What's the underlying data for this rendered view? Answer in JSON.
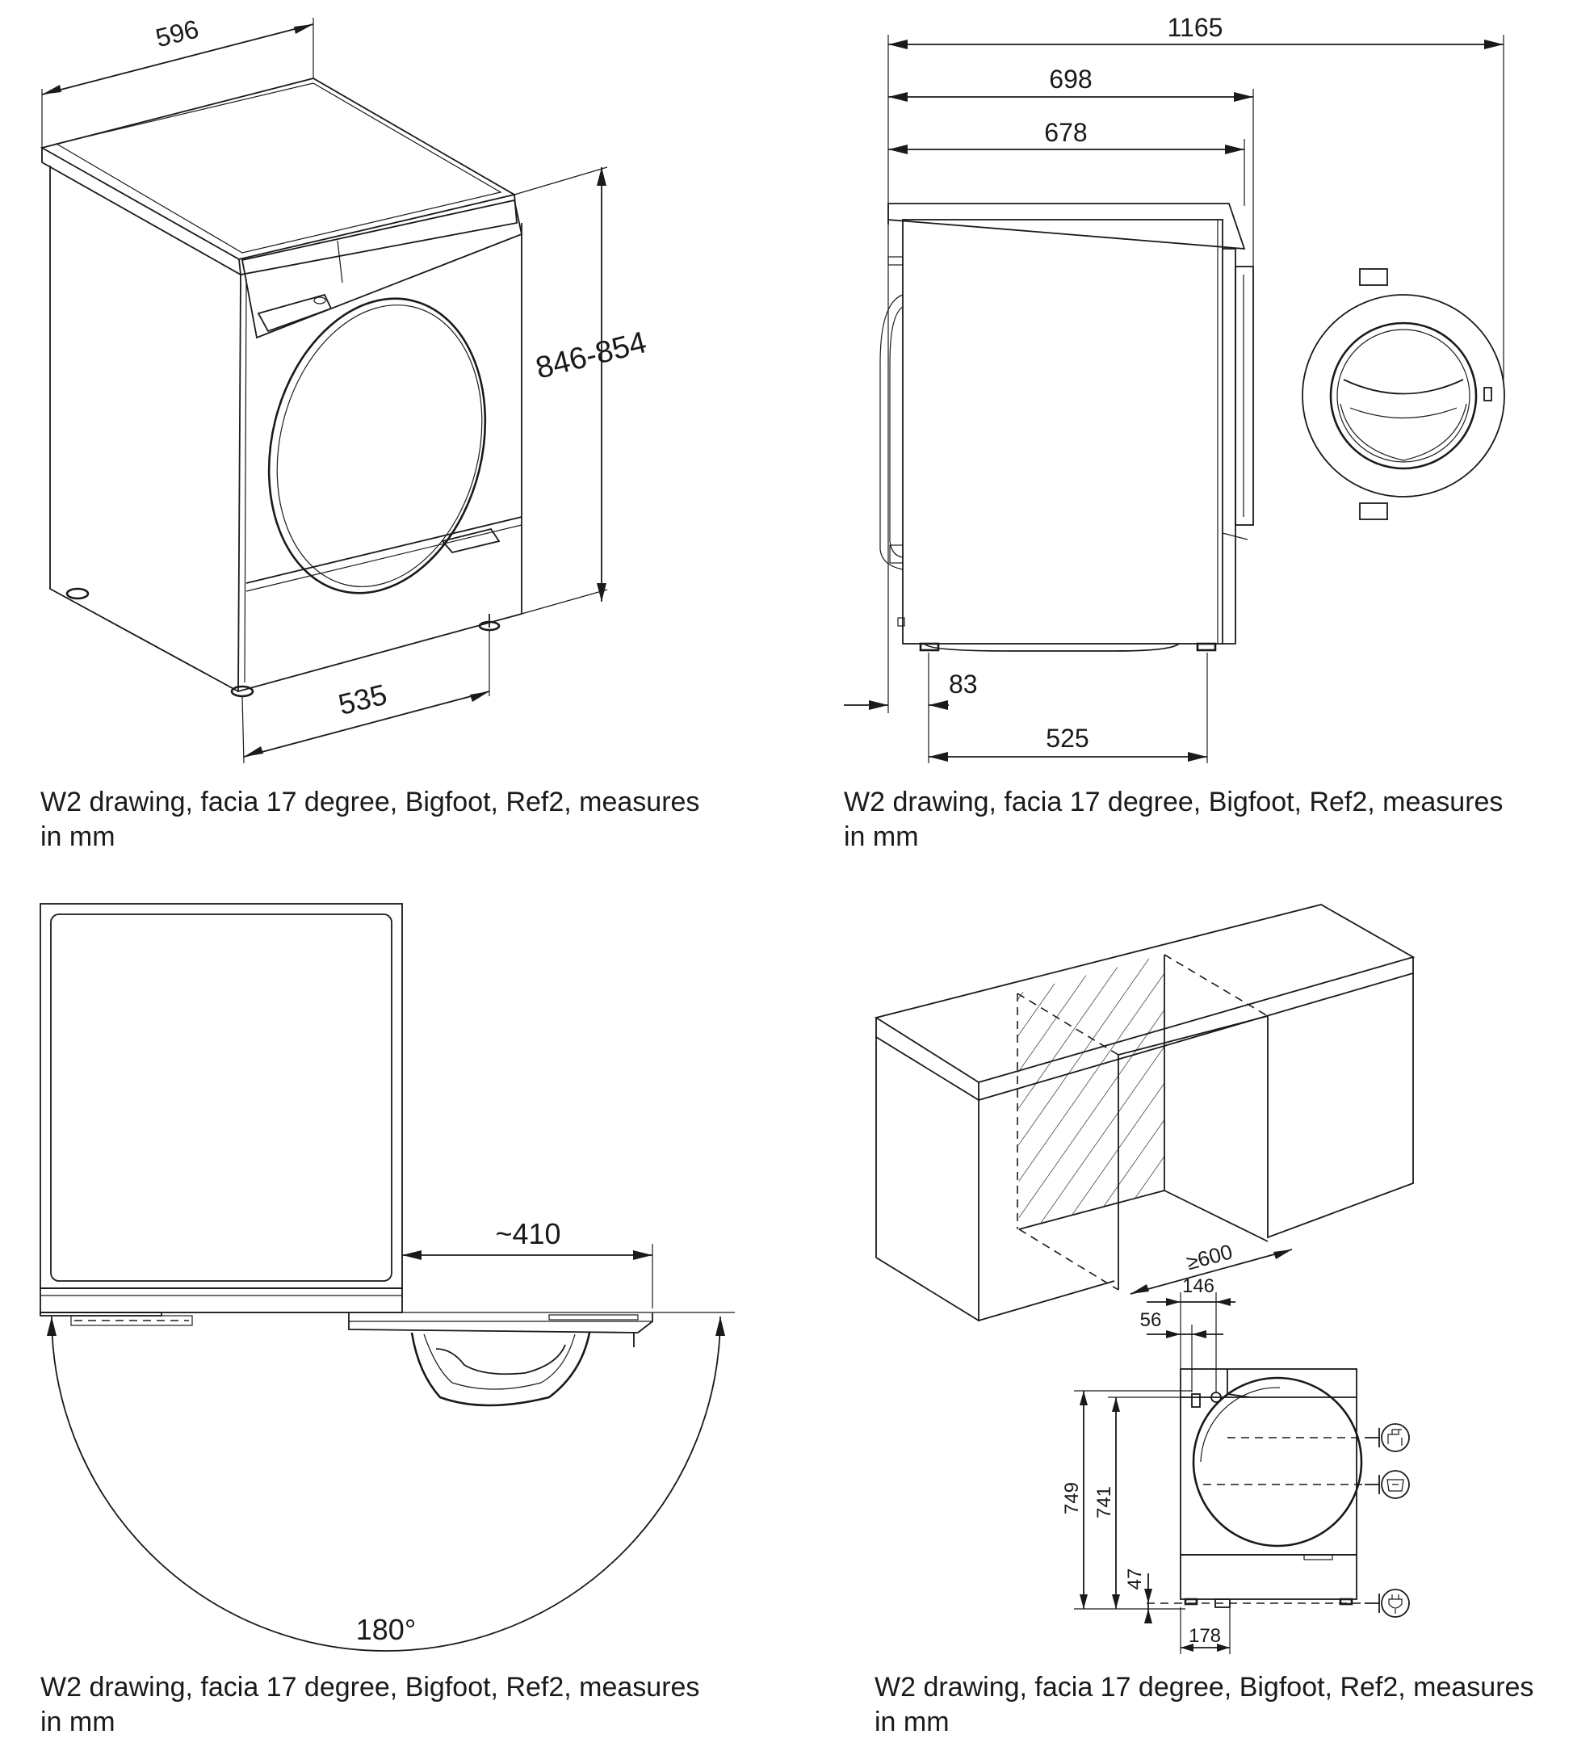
{
  "panels": {
    "front_isometric": {
      "dim_width": "596",
      "dim_height": "846-854",
      "dim_depth": "535",
      "caption_line1": "W2  drawing, facia 17  degree, Bigfoot, Ref2, measures",
      "caption_line2": "in mm"
    },
    "side_view": {
      "dim_total": "1165",
      "dim_depth_698": "698",
      "dim_depth_678": "678",
      "dim_foot_offset": "83",
      "dim_foot_span": "525",
      "caption_line1": "W2  drawing, facia 17  degree, Bigfoot, Ref2, measures",
      "caption_line2": "in mm"
    },
    "top_view": {
      "dim_door": "~410",
      "dim_angle": "180°",
      "caption_line1": "W2  drawing, facia 17  degree, Bigfoot, Ref2, measures",
      "caption_line2": "in mm"
    },
    "installation": {
      "dim_clearance": "≥600",
      "dim_146": "146",
      "dim_56": "56",
      "dim_749": "749",
      "dim_741": "741",
      "dim_47": "47",
      "dim_178": "178",
      "caption_line1": "W2  drawing, facia 17  degree, Bigfoot, Ref2, measures",
      "caption_line2": "in mm"
    }
  },
  "icons": [
    "water-inlet-icon",
    "drain-icon",
    "power-plug-icon"
  ]
}
